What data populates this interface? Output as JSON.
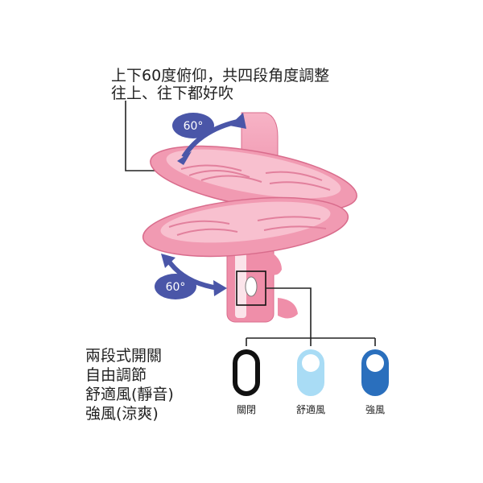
{
  "top_caption": {
    "line1": "上下60度俯仰，共四段角度調整",
    "line2": "往上、往下都好吹"
  },
  "angle_badges": {
    "upper": "60°",
    "lower": "60°"
  },
  "switch_caption": {
    "line1": "兩段式開關",
    "line2": "自由調節",
    "line3": "舒適風(靜音)",
    "line4": "強風(涼爽)"
  },
  "modes": [
    {
      "label": "關閉",
      "color": "#111111"
    },
    {
      "label": "舒適風",
      "color": "#a9dcf5"
    },
    {
      "label": "強風",
      "color": "#2a6fbd"
    }
  ],
  "colors": {
    "fan_pink": "#ef8ea9",
    "fan_pink_dark": "#d96c8c",
    "arrow_blue": "#4a56a8"
  }
}
